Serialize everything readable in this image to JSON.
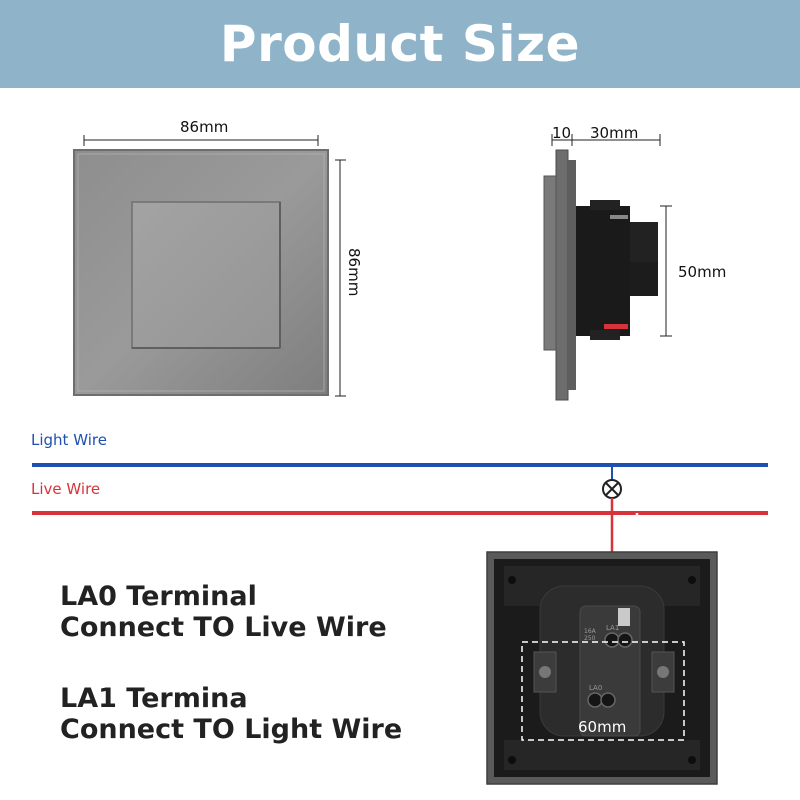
{
  "header": {
    "title": "Product Size"
  },
  "front_view": {
    "width_label": "86mm",
    "height_label": "86mm"
  },
  "side_view": {
    "front_depth_label": "10",
    "back_depth_label": "30mm",
    "height_label": "50mm"
  },
  "wiring": {
    "light_wire_label": "Light Wire",
    "live_wire_label": "Live Wire",
    "light_wire_color": "#1f4fb0",
    "live_wire_color": "#d6333a"
  },
  "instructions": {
    "la0_title": "LA0 Terminal",
    "la0_text": "Connect TO Live Wire",
    "la1_title": "LA1 Termina",
    "la1_text": "Connect TO Light Wire"
  },
  "back_view": {
    "spacing_label": "60mm",
    "rating_text": "16A\n250",
    "terminal_la1": "LA1",
    "terminal_la0": "LA0"
  }
}
